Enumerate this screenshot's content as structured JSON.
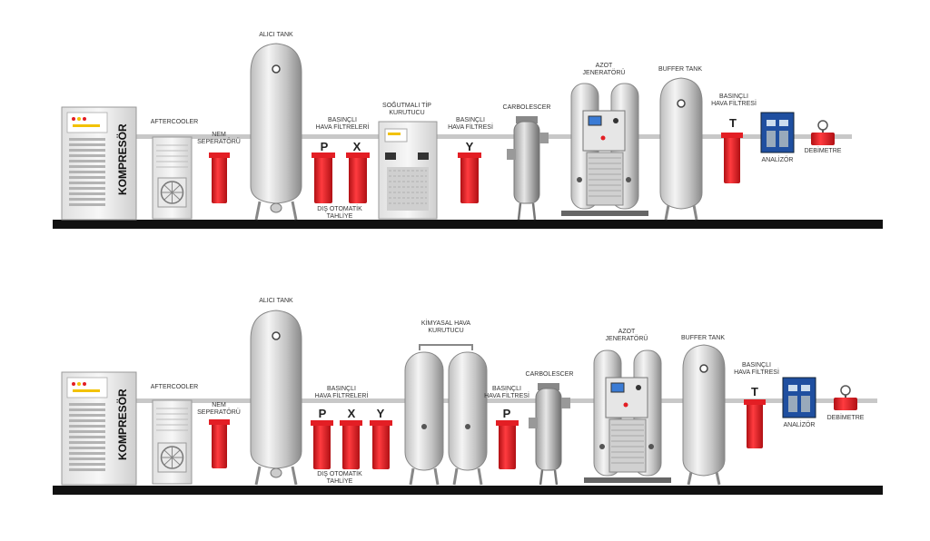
{
  "colors": {
    "pipe": "#c8c8c8",
    "floor": "#111111",
    "filter_red": "#e31e24",
    "analyzer_blue": "#1f4fa0",
    "tank_light": "#f2f2f2",
    "tank_dark": "#9a9a9a"
  },
  "top": {
    "kompresor": "KOMPRESÖR",
    "aftercooler": "AFTERCOOLER",
    "nem_1": "NEM",
    "nem_2": "SEPERATÖRÜ",
    "alici_tank": "ALICI TANK",
    "basincli_1": "BASINÇLI",
    "basincli_2": "HAVA FİLTRELERİ",
    "filter_p": "P",
    "filter_x": "X",
    "dis_1": "DIŞ OTOMATİK",
    "dis_2": "TAHLİYE",
    "sogutmali_1": "SOĞUTMALI TİP",
    "sogutmali_2": "KURUTUCU",
    "basincli_b1": "BASINÇLI",
    "basincli_b2": "HAVA FİLTRESİ",
    "filter_y": "Y",
    "carbolescer": "CARBOLESCER",
    "azot_1": "AZOT",
    "azot_2": "JENERATÖRÜ",
    "buffer": "BUFFER TANK",
    "basincli_c1": "BASINÇLI",
    "basincli_c2": "HAVA FİLTRESİ",
    "filter_t": "T",
    "analizor": "ANALİZÖR",
    "debimetre": "DEBİMETRE"
  },
  "bottom": {
    "kompresor": "KOMPRESÖR",
    "aftercooler": "AFTERCOOLER",
    "nem_1": "NEM",
    "nem_2": "SEPERATÖRÜ",
    "alici_tank": "ALICI TANK",
    "basincli_1": "BASINÇLI",
    "basincli_2": "HAVA FİLTRELERİ",
    "filter_p": "P",
    "filter_x": "X",
    "filter_y": "Y",
    "dis_1": "DIŞ OTOMATİK",
    "dis_2": "TAHLİYE",
    "kimyasal_1": "KİMYASAL HAVA",
    "kimyasal_2": "KURUTUCU",
    "basincli_b1": "BASINÇLI",
    "basincli_b2": "HAVA FİLTRESİ",
    "filter_p2": "P",
    "carbolescer": "CARBOLESCER",
    "azot_1": "AZOT",
    "azot_2": "JENERATÖRÜ",
    "buffer": "BUFFER TANK",
    "basincli_c1": "BASINÇLI",
    "basincli_c2": "HAVA FİLTRESİ",
    "filter_t": "T",
    "analizor": "ANALİZÖR",
    "debimetre": "DEBİMETRE"
  }
}
